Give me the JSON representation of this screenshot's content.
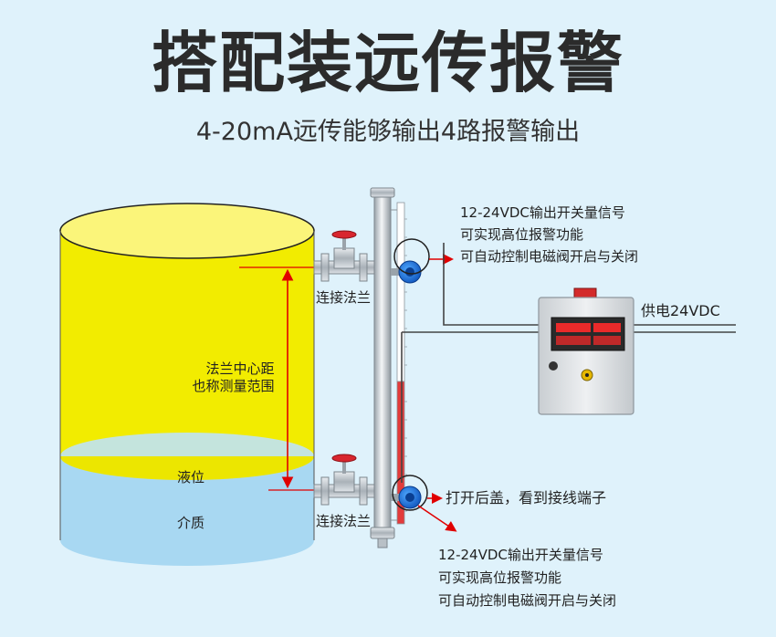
{
  "title": "搭配装远传报警",
  "subtitle": "4-20mA远传能够输出4路报警输出",
  "labels": {
    "flange_top": "连接法兰",
    "flange_bottom": "连接法兰",
    "range_line1": "法兰中心距",
    "range_line2": "也称测量范围",
    "liquid_level": "液位",
    "medium": "介质",
    "power": "供电24VDC",
    "open_cover": "打开后盖，看到接线端子"
  },
  "top_switch_note": [
    "12-24VDC输出开关量信号",
    "可实现高位报警功能",
    "可自动控制电磁阀开启与关闭"
  ],
  "bottom_switch_note": [
    "12-24VDC输出开关量信号",
    "可实现高位报警功能",
    "可自动控制电磁阀开启与关闭"
  ],
  "colors": {
    "background": "#dff2fb",
    "tank_liquid_yellow": "#f2ec00",
    "tank_medium_blue": "#a8d8f2",
    "range_red": "#e00000",
    "control_box": "#d9dde0",
    "display_red": "#ff2a2a"
  }
}
